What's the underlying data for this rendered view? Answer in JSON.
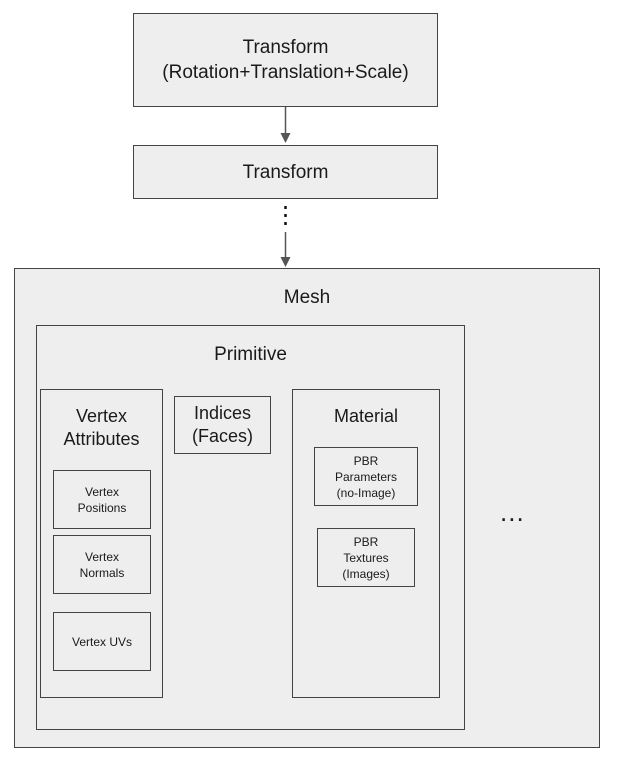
{
  "transform_top": {
    "line1": "Transform",
    "line2": "(Rotation+Translation+Scale)"
  },
  "transform_child": {
    "label": "Transform"
  },
  "mesh": {
    "label": "Mesh",
    "more": "..."
  },
  "primitive": {
    "label": "Primitive"
  },
  "vertex_attributes": {
    "line1": "Vertex",
    "line2": "Attributes",
    "positions": {
      "line1": "Vertex",
      "line2": "Positions"
    },
    "normals": {
      "line1": "Vertex",
      "line2": "Normals"
    },
    "uvs": {
      "label": "Vertex UVs"
    }
  },
  "indices": {
    "line1": "Indices",
    "line2": "(Faces)"
  },
  "material": {
    "label": "Material",
    "pbr_params": {
      "line1": "PBR",
      "line2": "Parameters",
      "line3": "(no-Image)"
    },
    "pbr_textures": {
      "line1": "PBR",
      "line2": "Textures",
      "line3": "(Images)"
    }
  },
  "colors": {
    "box_fill": "#eeeeee",
    "border": "#444444",
    "arrow": "#555555"
  }
}
